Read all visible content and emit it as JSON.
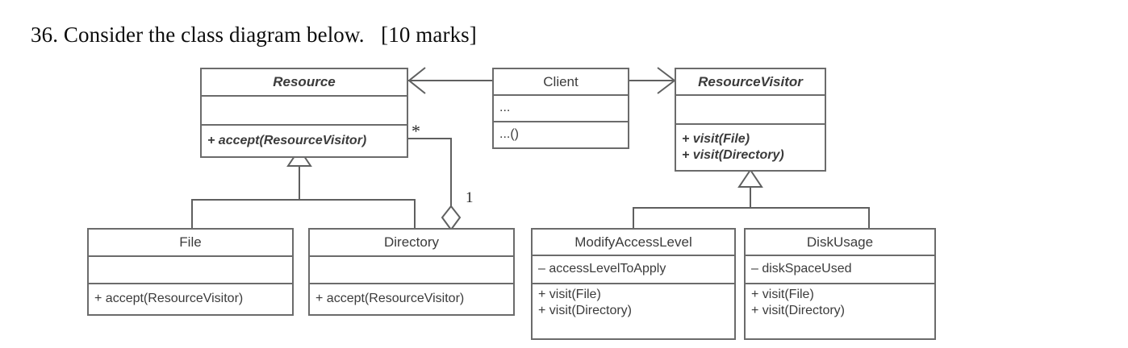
{
  "question": {
    "text": "36. Consider the class diagram below.   [10 marks]"
  },
  "diagram": {
    "type": "uml-class-diagram",
    "classes": [
      {
        "id": "resource",
        "name": "Resource",
        "abstract": true,
        "attributes": [],
        "operations": [
          "+ accept(ResourceVisitor)"
        ]
      },
      {
        "id": "client",
        "name": "Client",
        "abstract": false,
        "attributes": [
          "..."
        ],
        "operations": [
          "...()"
        ]
      },
      {
        "id": "resource-visitor",
        "name": "ResourceVisitor",
        "abstract": true,
        "attributes": [],
        "operations": [
          "+ visit(File)",
          "+ visit(Directory)"
        ]
      },
      {
        "id": "file",
        "name": "File",
        "abstract": false,
        "attributes": [],
        "operations": [
          "+ accept(ResourceVisitor)"
        ]
      },
      {
        "id": "directory",
        "name": "Directory",
        "abstract": false,
        "attributes": [],
        "operations": [
          "+ accept(ResourceVisitor)"
        ]
      },
      {
        "id": "modify-access-level",
        "name": "ModifyAccessLevel",
        "abstract": false,
        "attributes": [
          "– accessLevelToApply"
        ],
        "operations": [
          "+ visit(File)",
          "+ visit(Directory)"
        ]
      },
      {
        "id": "disk-usage",
        "name": "DiskUsage",
        "abstract": false,
        "attributes": [
          "– diskSpaceUsed"
        ],
        "operations": [
          "+ visit(File)",
          "+ visit(Directory)"
        ]
      }
    ],
    "relationships": [
      {
        "id": "client-resource",
        "kind": "association",
        "from": "client",
        "to": "resource",
        "arrow": "open"
      },
      {
        "id": "client-visitor",
        "kind": "association",
        "from": "client",
        "to": "resource-visitor",
        "arrow": "open"
      },
      {
        "id": "resource-generalization",
        "kind": "generalization",
        "parent": "resource",
        "children": [
          "file",
          "directory"
        ]
      },
      {
        "id": "visitor-generalization",
        "kind": "generalization",
        "parent": "resource-visitor",
        "children": [
          "modify-access-level",
          "disk-usage"
        ]
      },
      {
        "id": "directory-aggregation",
        "kind": "aggregation",
        "whole": "directory",
        "part": "resource",
        "whole_multiplicity": "1",
        "part_multiplicity": "*"
      }
    ],
    "multiplicities": {
      "resource_end": "*",
      "directory_end": "1"
    },
    "colors": {
      "line": "#5f6060",
      "text": "#3b3b3b",
      "background": "#ffffff"
    }
  }
}
